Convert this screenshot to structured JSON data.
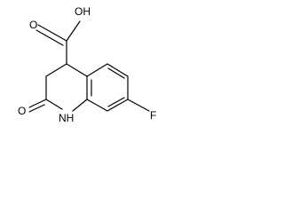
{
  "molecule": {
    "atom_labels": {
      "hydroxyl": "OH",
      "carbonyl_oxygen_acid": "O",
      "carbonyl_oxygen_lactam": "O",
      "amine": "NH",
      "fluorine": "F"
    },
    "colors": {
      "bond": "#000000",
      "label": "#000000",
      "background": "#ffffff"
    }
  }
}
